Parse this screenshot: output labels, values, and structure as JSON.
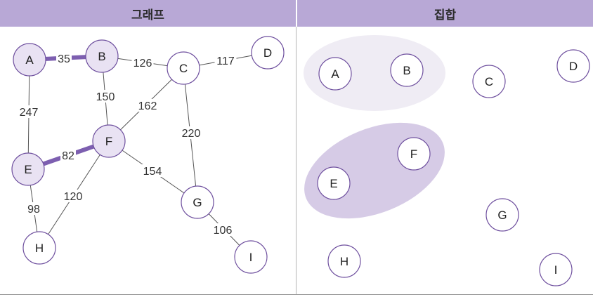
{
  "headers": {
    "graph": "그래프",
    "set": "집합"
  },
  "colors": {
    "header_bg": "#b8a8d6",
    "highlight_edge": "#7d5fb0",
    "highlighted_node_fill": "#e9e2f3",
    "node_stroke": "#6e4f9e",
    "set_light_fill": "#efecf4",
    "set_dark_fill": "#d6cbe6",
    "edge": "#555555"
  },
  "graph": {
    "nodes": [
      {
        "id": "A",
        "label": "A",
        "highlighted": true
      },
      {
        "id": "B",
        "label": "B",
        "highlighted": true
      },
      {
        "id": "C",
        "label": "C",
        "highlighted": false
      },
      {
        "id": "D",
        "label": "D",
        "highlighted": false
      },
      {
        "id": "E",
        "label": "E",
        "highlighted": true
      },
      {
        "id": "F",
        "label": "F",
        "highlighted": true
      },
      {
        "id": "G",
        "label": "G",
        "highlighted": false
      },
      {
        "id": "H",
        "label": "H",
        "highlighted": false
      },
      {
        "id": "I",
        "label": "I",
        "highlighted": false
      }
    ],
    "edges": [
      {
        "from": "A",
        "to": "B",
        "weight": "35",
        "highlighted": true
      },
      {
        "from": "B",
        "to": "C",
        "weight": "126",
        "highlighted": false
      },
      {
        "from": "C",
        "to": "D",
        "weight": "117",
        "highlighted": false
      },
      {
        "from": "A",
        "to": "E",
        "weight": "247",
        "highlighted": false
      },
      {
        "from": "B",
        "to": "F",
        "weight": "150",
        "highlighted": false
      },
      {
        "from": "C",
        "to": "F",
        "weight": "162",
        "highlighted": false
      },
      {
        "from": "C",
        "to": "G",
        "weight": "220",
        "highlighted": false
      },
      {
        "from": "E",
        "to": "F",
        "weight": "82",
        "highlighted": true
      },
      {
        "from": "F",
        "to": "H",
        "weight": "120",
        "highlighted": false
      },
      {
        "from": "F",
        "to": "G",
        "weight": "154",
        "highlighted": false
      },
      {
        "from": "E",
        "to": "H",
        "weight": "98",
        "highlighted": false
      },
      {
        "from": "G",
        "to": "I",
        "weight": "106",
        "highlighted": false
      }
    ]
  },
  "set": {
    "groups": [
      {
        "id": "AB",
        "members": [
          "A",
          "B"
        ],
        "shade": "light"
      },
      {
        "id": "EF",
        "members": [
          "E",
          "F"
        ],
        "shade": "dark"
      }
    ],
    "nodes": [
      {
        "id": "A",
        "label": "A"
      },
      {
        "id": "B",
        "label": "B"
      },
      {
        "id": "C",
        "label": "C"
      },
      {
        "id": "D",
        "label": "D"
      },
      {
        "id": "E",
        "label": "E"
      },
      {
        "id": "F",
        "label": "F"
      },
      {
        "id": "G",
        "label": "G"
      },
      {
        "id": "H",
        "label": "H"
      },
      {
        "id": "I",
        "label": "I"
      }
    ]
  }
}
